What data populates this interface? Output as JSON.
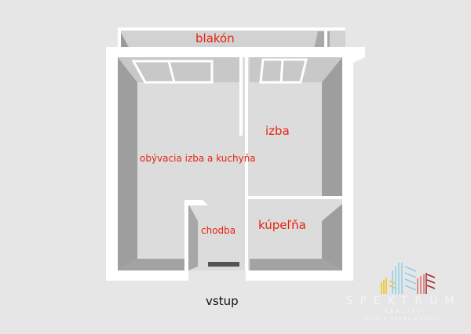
{
  "rooms": {
    "balcony": "blakón",
    "living_kitchen": "obývacia izba a kuchyňa",
    "room": "izba",
    "hallway": "chodba",
    "bathroom": "kúpeľňa"
  },
  "entrance": "vstup",
  "logo": {
    "name": "SPEKTRUM",
    "sub": "REALITY",
    "tagline": "KĽÚČ K VÁŠMU DOMOVU",
    "colors": [
      "#f2c21a",
      "#8fd0ea",
      "#e06a6a",
      "#a3262a"
    ]
  }
}
